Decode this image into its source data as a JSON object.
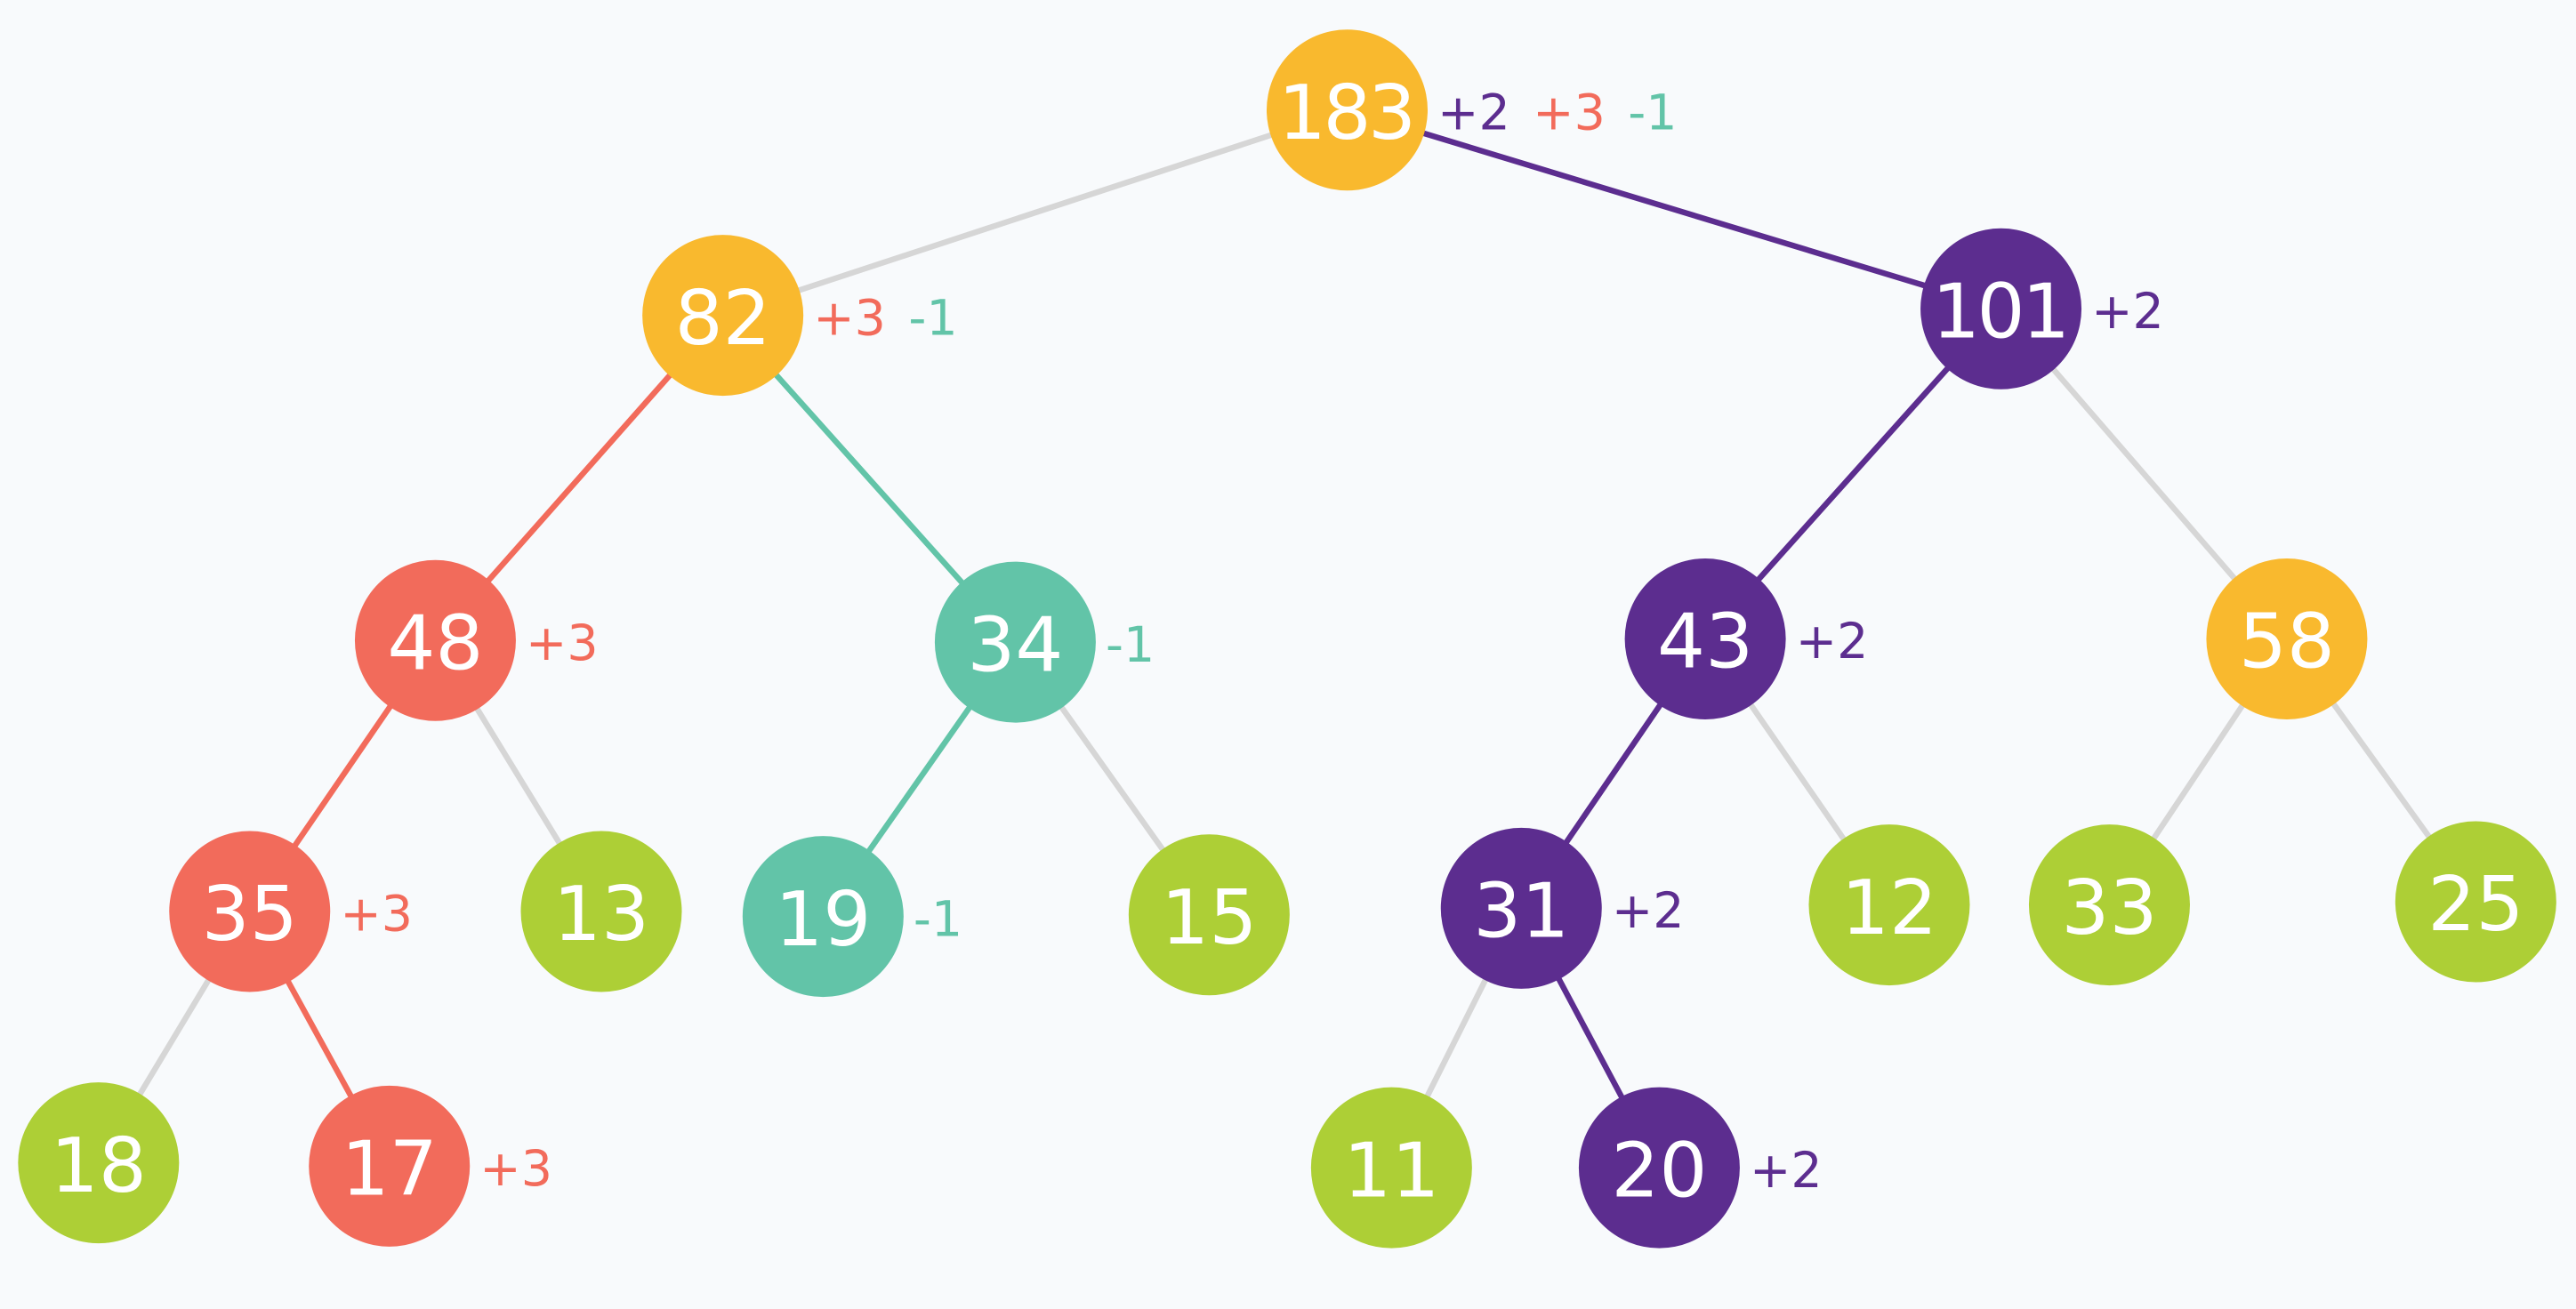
{
  "colors": {
    "yellow": "#F9B92E",
    "purple": "#5C2D8F",
    "red": "#F26B5B",
    "teal": "#62C4A8",
    "green": "#ADCF36",
    "gray": "#D6D6D6",
    "background": "#F8FAFC"
  },
  "nodes": [
    {
      "id": "n183",
      "value": "183",
      "color": "yellow",
      "deltas": [
        {
          "text": "+2",
          "color": "purple"
        },
        {
          "text": "+3",
          "color": "red"
        },
        {
          "text": "-1",
          "color": "teal"
        }
      ]
    },
    {
      "id": "n82",
      "value": "82",
      "color": "yellow",
      "deltas": [
        {
          "text": "+3",
          "color": "red"
        },
        {
          "text": "-1",
          "color": "teal"
        }
      ]
    },
    {
      "id": "n101",
      "value": "101",
      "color": "purple",
      "deltas": [
        {
          "text": "+2",
          "color": "purple"
        }
      ]
    },
    {
      "id": "n48",
      "value": "48",
      "color": "red",
      "deltas": [
        {
          "text": "+3",
          "color": "red"
        }
      ]
    },
    {
      "id": "n34",
      "value": "34",
      "color": "teal",
      "deltas": [
        {
          "text": "-1",
          "color": "teal"
        }
      ]
    },
    {
      "id": "n43",
      "value": "43",
      "color": "purple",
      "deltas": [
        {
          "text": "+2",
          "color": "purple"
        }
      ]
    },
    {
      "id": "n58",
      "value": "58",
      "color": "yellow",
      "deltas": []
    },
    {
      "id": "n35",
      "value": "35",
      "color": "red",
      "deltas": [
        {
          "text": "+3",
          "color": "red"
        }
      ]
    },
    {
      "id": "n13",
      "value": "13",
      "color": "green",
      "deltas": []
    },
    {
      "id": "n19",
      "value": "19",
      "color": "teal",
      "deltas": [
        {
          "text": "-1",
          "color": "teal"
        }
      ]
    },
    {
      "id": "n15",
      "value": "15",
      "color": "green",
      "deltas": []
    },
    {
      "id": "n31",
      "value": "31",
      "color": "purple",
      "deltas": [
        {
          "text": "+2",
          "color": "purple"
        }
      ]
    },
    {
      "id": "n12",
      "value": "12",
      "color": "green",
      "deltas": []
    },
    {
      "id": "n33",
      "value": "33",
      "color": "green",
      "deltas": []
    },
    {
      "id": "n25",
      "value": "25",
      "color": "green",
      "deltas": []
    },
    {
      "id": "n18",
      "value": "18",
      "color": "green",
      "deltas": []
    },
    {
      "id": "n17",
      "value": "17",
      "color": "red",
      "deltas": [
        {
          "text": "+3",
          "color": "red"
        }
      ]
    },
    {
      "id": "n11",
      "value": "11",
      "color": "green",
      "deltas": []
    },
    {
      "id": "n20",
      "value": "20",
      "color": "purple",
      "deltas": [
        {
          "text": "+2",
          "color": "purple"
        }
      ]
    }
  ],
  "edges": [
    {
      "from": "n183",
      "to": "n82",
      "color": "gray"
    },
    {
      "from": "n183",
      "to": "n101",
      "color": "purple"
    },
    {
      "from": "n82",
      "to": "n48",
      "color": "red"
    },
    {
      "from": "n82",
      "to": "n34",
      "color": "teal"
    },
    {
      "from": "n101",
      "to": "n43",
      "color": "purple"
    },
    {
      "from": "n101",
      "to": "n58",
      "color": "gray"
    },
    {
      "from": "n48",
      "to": "n35",
      "color": "red"
    },
    {
      "from": "n48",
      "to": "n13",
      "color": "gray"
    },
    {
      "from": "n34",
      "to": "n19",
      "color": "teal"
    },
    {
      "from": "n34",
      "to": "n15",
      "color": "gray"
    },
    {
      "from": "n43",
      "to": "n31",
      "color": "purple"
    },
    {
      "from": "n43",
      "to": "n12",
      "color": "gray"
    },
    {
      "from": "n58",
      "to": "n33",
      "color": "gray"
    },
    {
      "from": "n58",
      "to": "n25",
      "color": "gray"
    },
    {
      "from": "n35",
      "to": "n18",
      "color": "gray"
    },
    {
      "from": "n35",
      "to": "n17",
      "color": "red"
    },
    {
      "from": "n31",
      "to": "n11",
      "color": "gray"
    },
    {
      "from": "n31",
      "to": "n20",
      "color": "purple"
    }
  ]
}
